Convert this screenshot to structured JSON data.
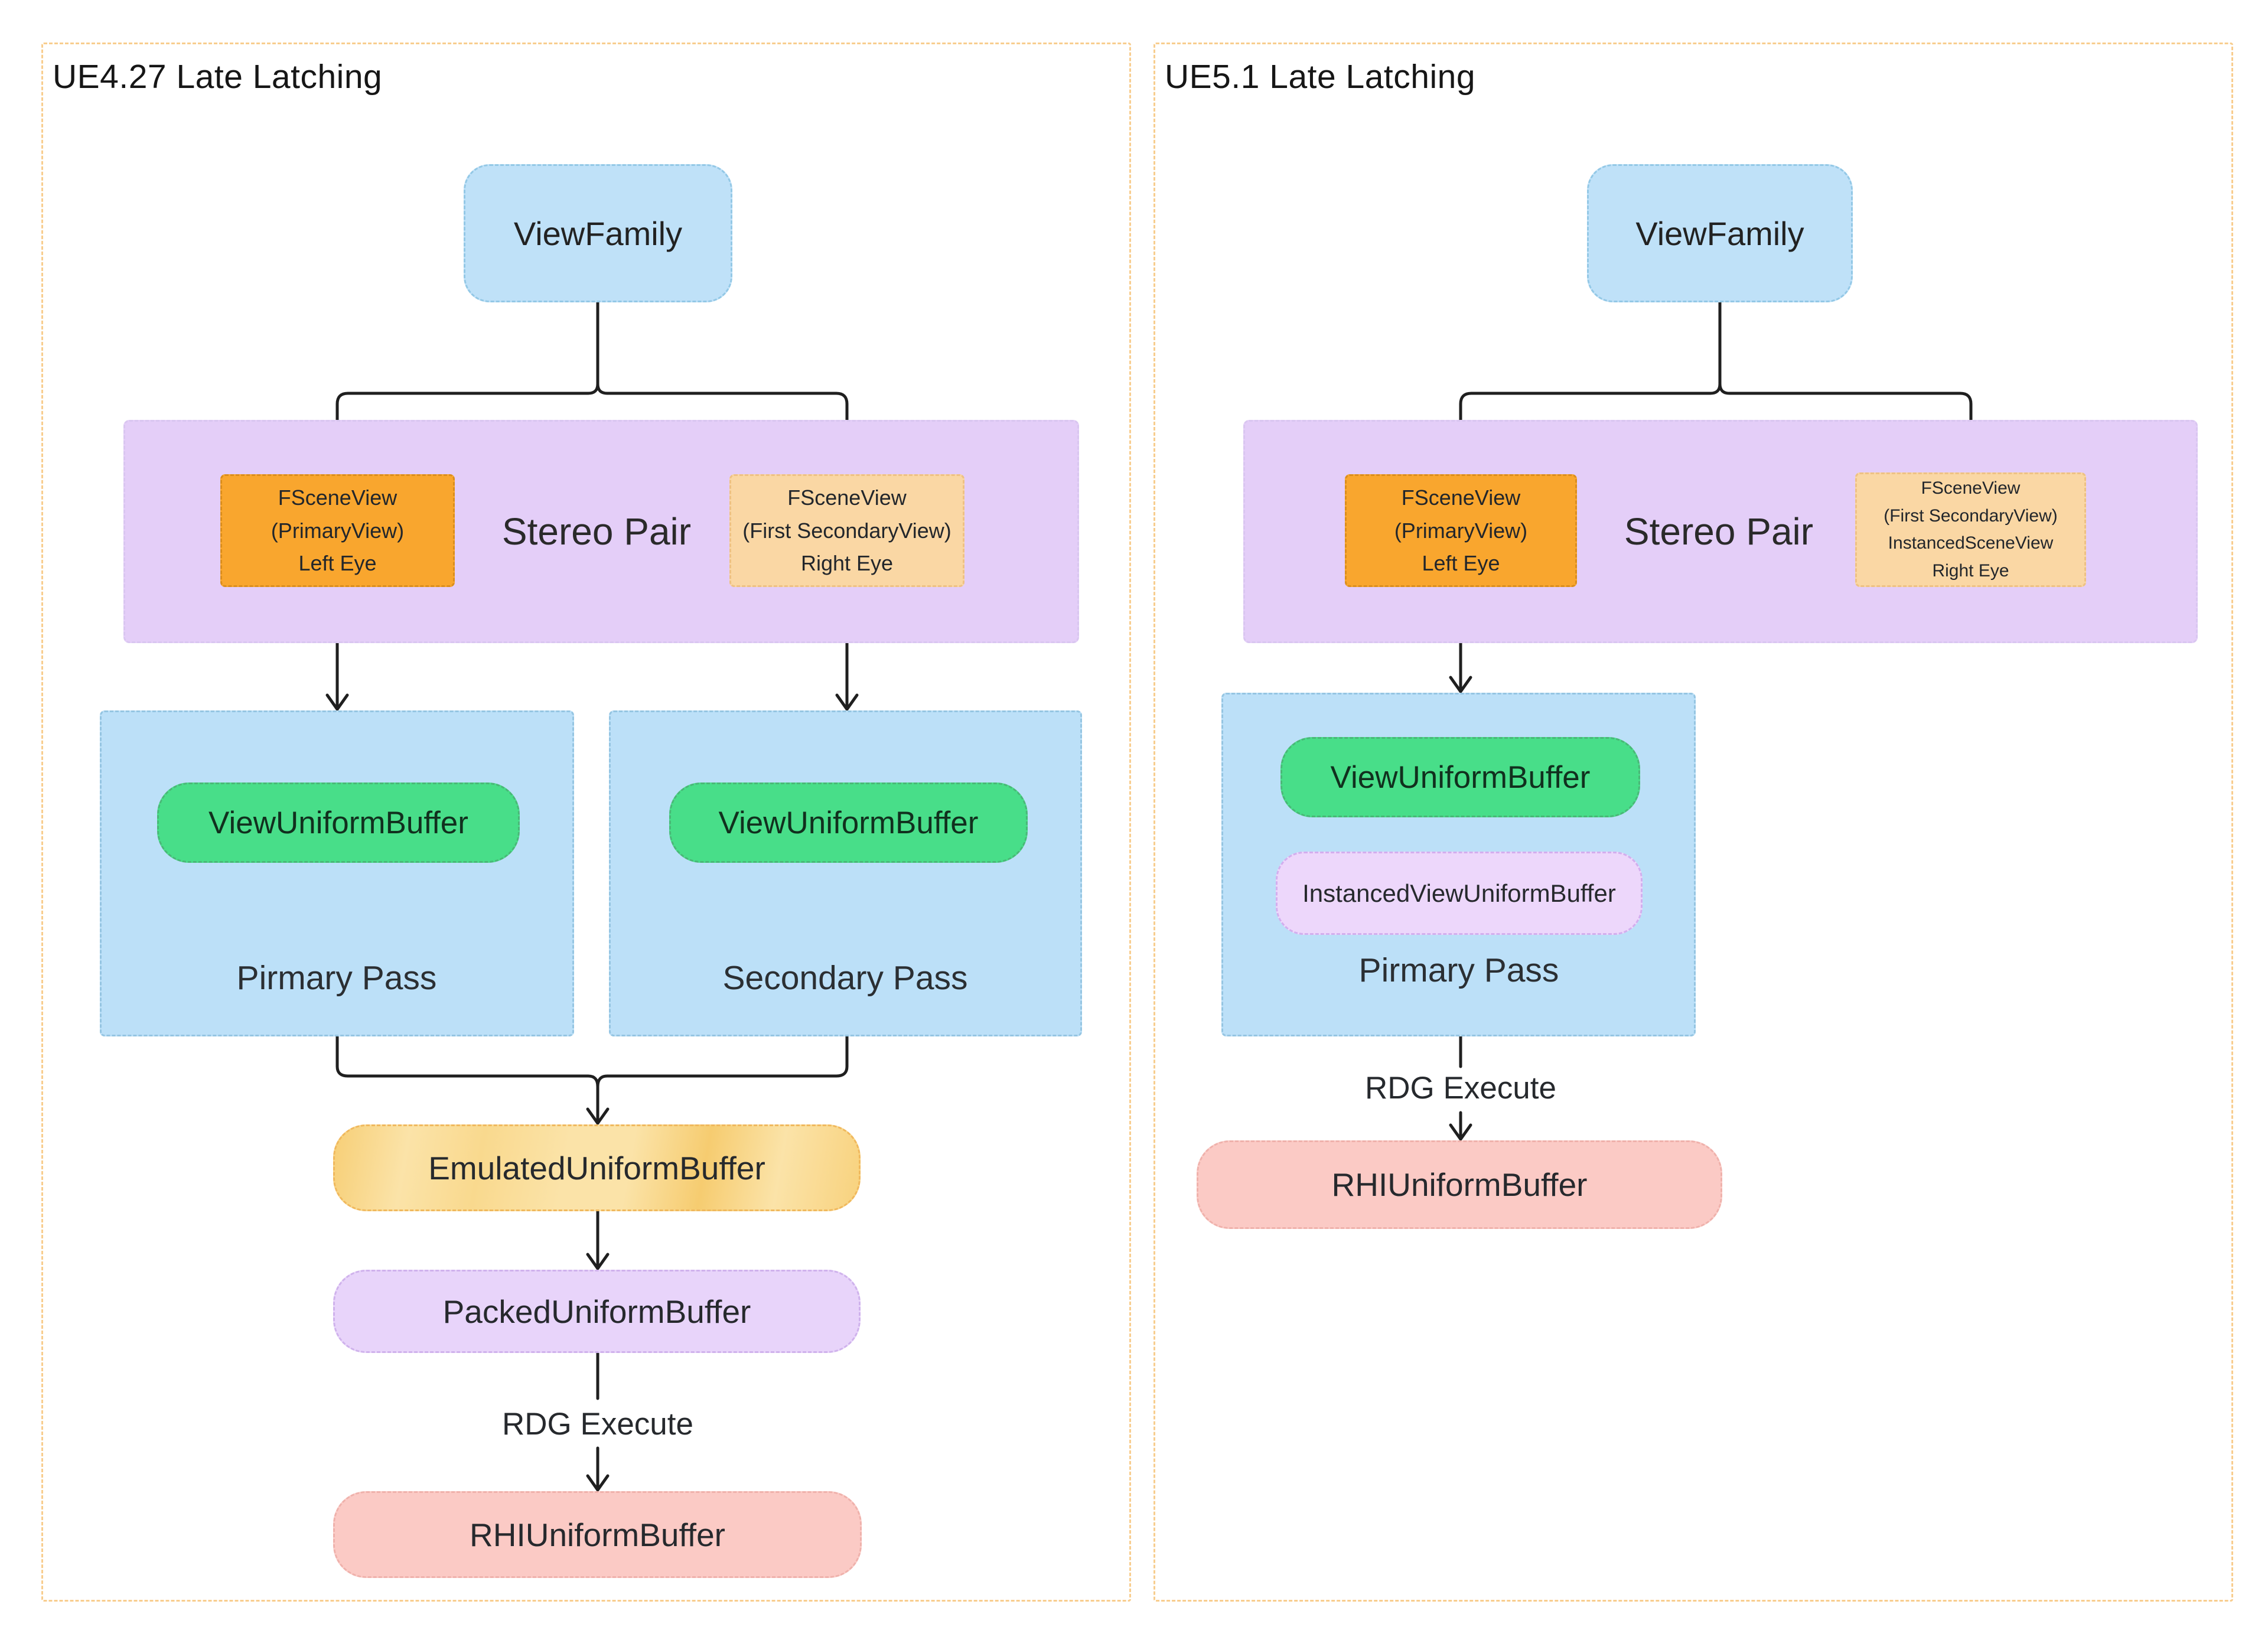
{
  "left": {
    "title": "UE4.27 Late Latching",
    "view_family": "ViewFamily",
    "stereo": {
      "label": "Stereo Pair",
      "primary": [
        "FSceneView",
        "(PrimaryView)",
        "Left Eye"
      ],
      "secondary": [
        "FSceneView",
        "(First SecondaryView)",
        "Right Eye"
      ]
    },
    "primary_pass": {
      "label": "Pirmary Pass",
      "buffer": "ViewUniformBuffer"
    },
    "secondary_pass": {
      "label": "Secondary Pass",
      "buffer": "ViewUniformBuffer"
    },
    "emulated_buffer": "EmulatedUniformBuffer",
    "packed_buffer": "PackedUniformBuffer",
    "rdg_execute": "RDG Execute",
    "rhi_buffer": "RHIUniformBuffer"
  },
  "right": {
    "title": "UE5.1 Late Latching",
    "view_family": "ViewFamily",
    "stereo": {
      "label": "Stereo Pair",
      "primary": [
        "FSceneView",
        "(PrimaryView)",
        "Left Eye"
      ],
      "secondary": [
        "FSceneView",
        "(First SecondaryView)",
        "InstancedSceneView",
        "Right Eye"
      ]
    },
    "primary_pass": {
      "label": "Pirmary Pass",
      "buffer": "ViewUniformBuffer",
      "instanced_buffer": "InstancedViewUniformBuffer"
    },
    "rdg_execute": "RDG Execute",
    "rhi_buffer": "RHIUniformBuffer"
  },
  "colors": {
    "panel_border": "#f8cd8e",
    "view_family_fill": "#bfe1f8",
    "stereo_container_fill": "#e4cef8",
    "fsceneview_primary_fill": "#f9a62e",
    "fsceneview_secondary_fill": "#fad7a4",
    "pass_fill": "#bce0f8",
    "view_uniform_buffer_fill": "#48de89",
    "emulated_buffer_fill": "#fbe3a8",
    "packed_buffer_fill": "#e8d4fa",
    "instanced_buffer_fill": "#edd7fb",
    "rhi_buffer_fill": "#fbcac5",
    "edge_stroke": "#1f1f1f"
  }
}
